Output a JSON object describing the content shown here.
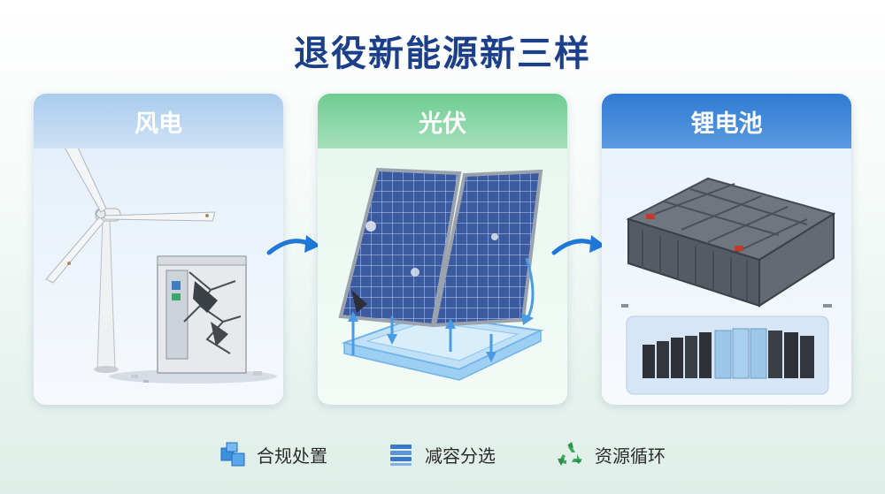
{
  "title": "退役新能源新三样",
  "panels": [
    {
      "label": "风电"
    },
    {
      "label": "光伏"
    },
    {
      "label": "锂电池"
    }
  ],
  "legend": [
    {
      "label": "合规处置",
      "icon": "blue-cubes-icon"
    },
    {
      "label": "减容分选",
      "icon": "stacked-layers-icon"
    },
    {
      "label": "资源循环",
      "icon": "recycle-icon"
    }
  ],
  "colors": {
    "title": "#1c3f8a",
    "wind_header": "#a9cbee",
    "solar_header": "#6fcc92",
    "battery_header": "#2f7bd3",
    "arrow": "#1f78d8"
  }
}
